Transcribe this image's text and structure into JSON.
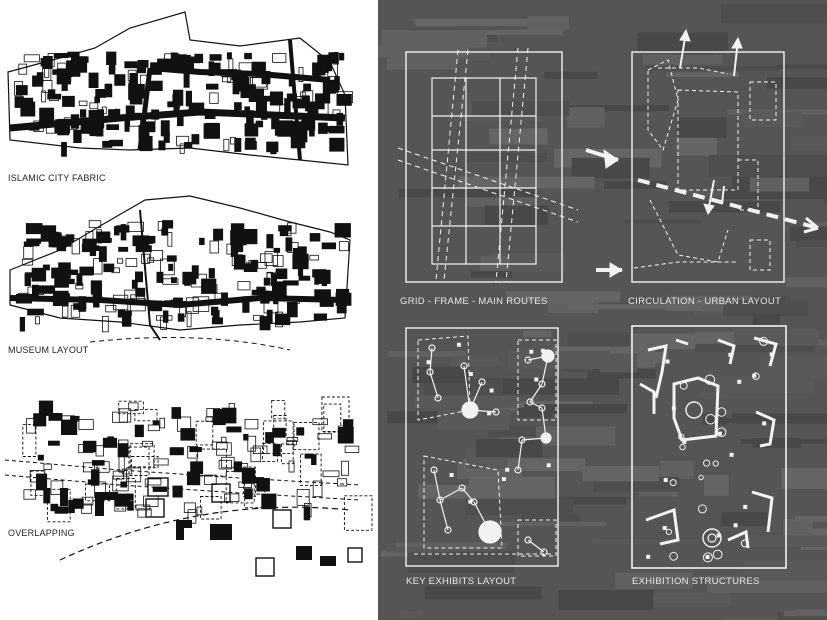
{
  "left_panel": {
    "captions": [
      {
        "text": "ISLAMIC CITY FABRIC"
      },
      {
        "text": "MUSEUM LAYOUT"
      },
      {
        "text": "OVERLAPPING"
      }
    ]
  },
  "right_panel": {
    "captions": [
      {
        "text": "GRID - FRAME - MAIN ROUTES"
      },
      {
        "text": "CIRCULATION - URBAN LAYOUT"
      },
      {
        "text": "KEY EXHIBITS LAYOUT"
      },
      {
        "text": "EXHIBITION STRUCTURES"
      }
    ]
  },
  "colors": {
    "left_background": "#ffffff",
    "right_background": "#555555",
    "ink": "#111111",
    "chalk": "#f2f2f2"
  }
}
